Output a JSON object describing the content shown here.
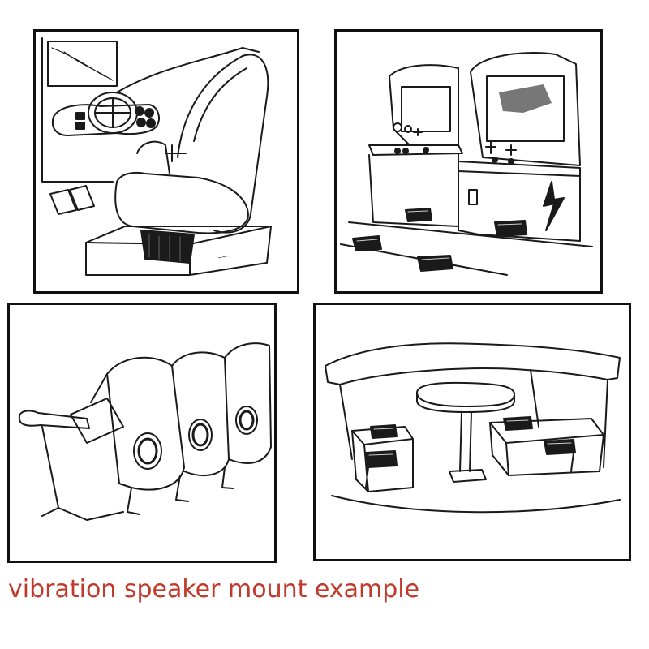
{
  "caption": {
    "text": "vibration speaker mount example",
    "color": "#c0392b"
  },
  "panels": [
    {
      "name": "racing-simulator-seat",
      "icon": "racing-seat-icon"
    },
    {
      "name": "arcade-cabinets",
      "icon": "arcade-cabinet-icon"
    },
    {
      "name": "theater-seats",
      "icon": "theater-seat-icon"
    },
    {
      "name": "booth-seating",
      "icon": "booth-sofa-icon"
    }
  ],
  "stroke_color": "#1a1a1a",
  "transducer_label": "vibration-speaker"
}
